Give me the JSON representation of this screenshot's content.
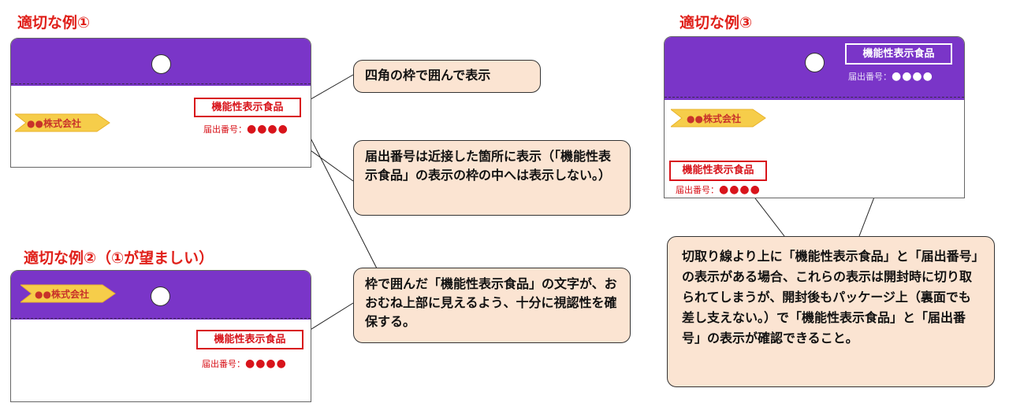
{
  "headings": {
    "ex1": "適切な例①",
    "ex2": "適切な例②（①が望ましい）",
    "ex3": "適切な例③"
  },
  "package": {
    "company": "●●株式会社",
    "ffc_label": "機能性表示食品",
    "notif_label": "届出番号：",
    "notif_dots": "●●●●"
  },
  "callouts": {
    "c1": "四角の枠で囲んで表示",
    "c2": "届出番号は近接した箇所に表示（「機能性表示食品」の表示の枠の中へは表示しない。）",
    "c3": "枠で囲んだ「機能性表示食品」の文字が、おおむね上部に見えるよう、十分に視認性を確保する。",
    "c4": "切取り線より上に「機能性表示食品」と「届出番号」の表示がある場合、これらの表示は開封時に切り取られてしまうが、開封後もパッケージ上（裏面でも差し支えない。）で「機能性表示食品」と「届出番号」の表示が確認できること。"
  },
  "colors": {
    "heading_red": "#e0201a",
    "purple_band": "#7a35c8",
    "callout_fill": "#fbe4d2",
    "ribbon_gold": "#f6cd4a"
  }
}
